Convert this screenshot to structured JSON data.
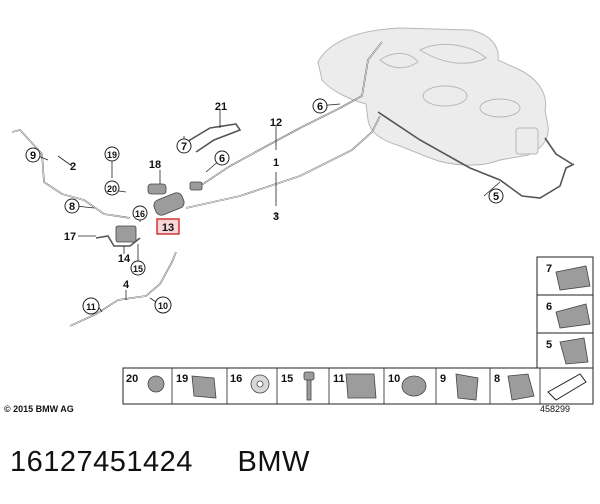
{
  "callouts": {
    "c1": "1",
    "c2": "2",
    "c3": "3",
    "c4": "4",
    "c5": "5",
    "c6a": "6",
    "c6b": "6",
    "c7": "7",
    "c8": "8",
    "c9": "9",
    "c10": "10",
    "c11": "11",
    "c12": "12",
    "c13": "13",
    "c14": "14",
    "c15": "15",
    "c16": "16",
    "c17": "17",
    "c18": "18",
    "c19": "19",
    "c20": "20",
    "c21": "21"
  },
  "legend_right": [
    "7",
    "6",
    "5"
  ],
  "legend_bottom": [
    "20",
    "19",
    "16",
    "15",
    "11",
    "10",
    "9",
    "8"
  ],
  "copyright": "© 2015 BMW AG",
  "diagram_id": "458299",
  "part_number": "16127451424",
  "brand": "BMW",
  "colors": {
    "highlight": "#cc2b2b",
    "highlight_fill": "#f6d6d6"
  }
}
